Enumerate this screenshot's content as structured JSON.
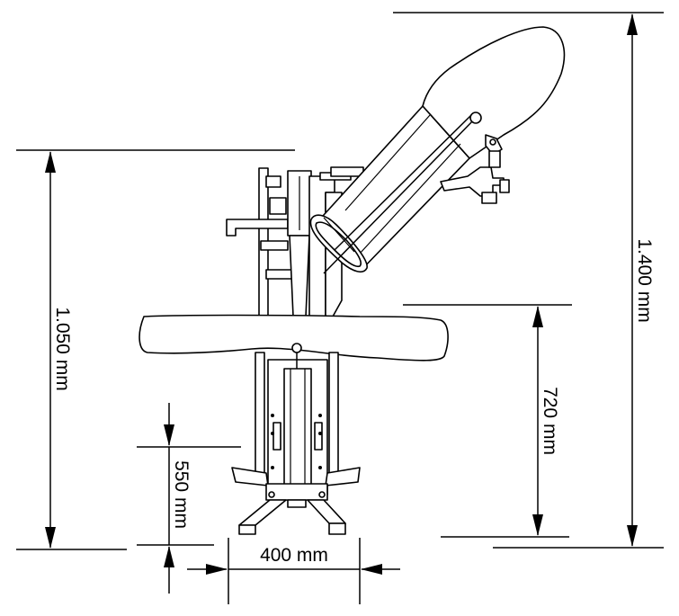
{
  "dimensions": {
    "overall_height": "1.400 mm",
    "seat_height_total": "1.050 mm",
    "arm_height": "720 mm",
    "base_height": "550 mm",
    "base_width": "400 mm"
  },
  "colors": {
    "line": "#000000",
    "background": "#ffffff"
  }
}
